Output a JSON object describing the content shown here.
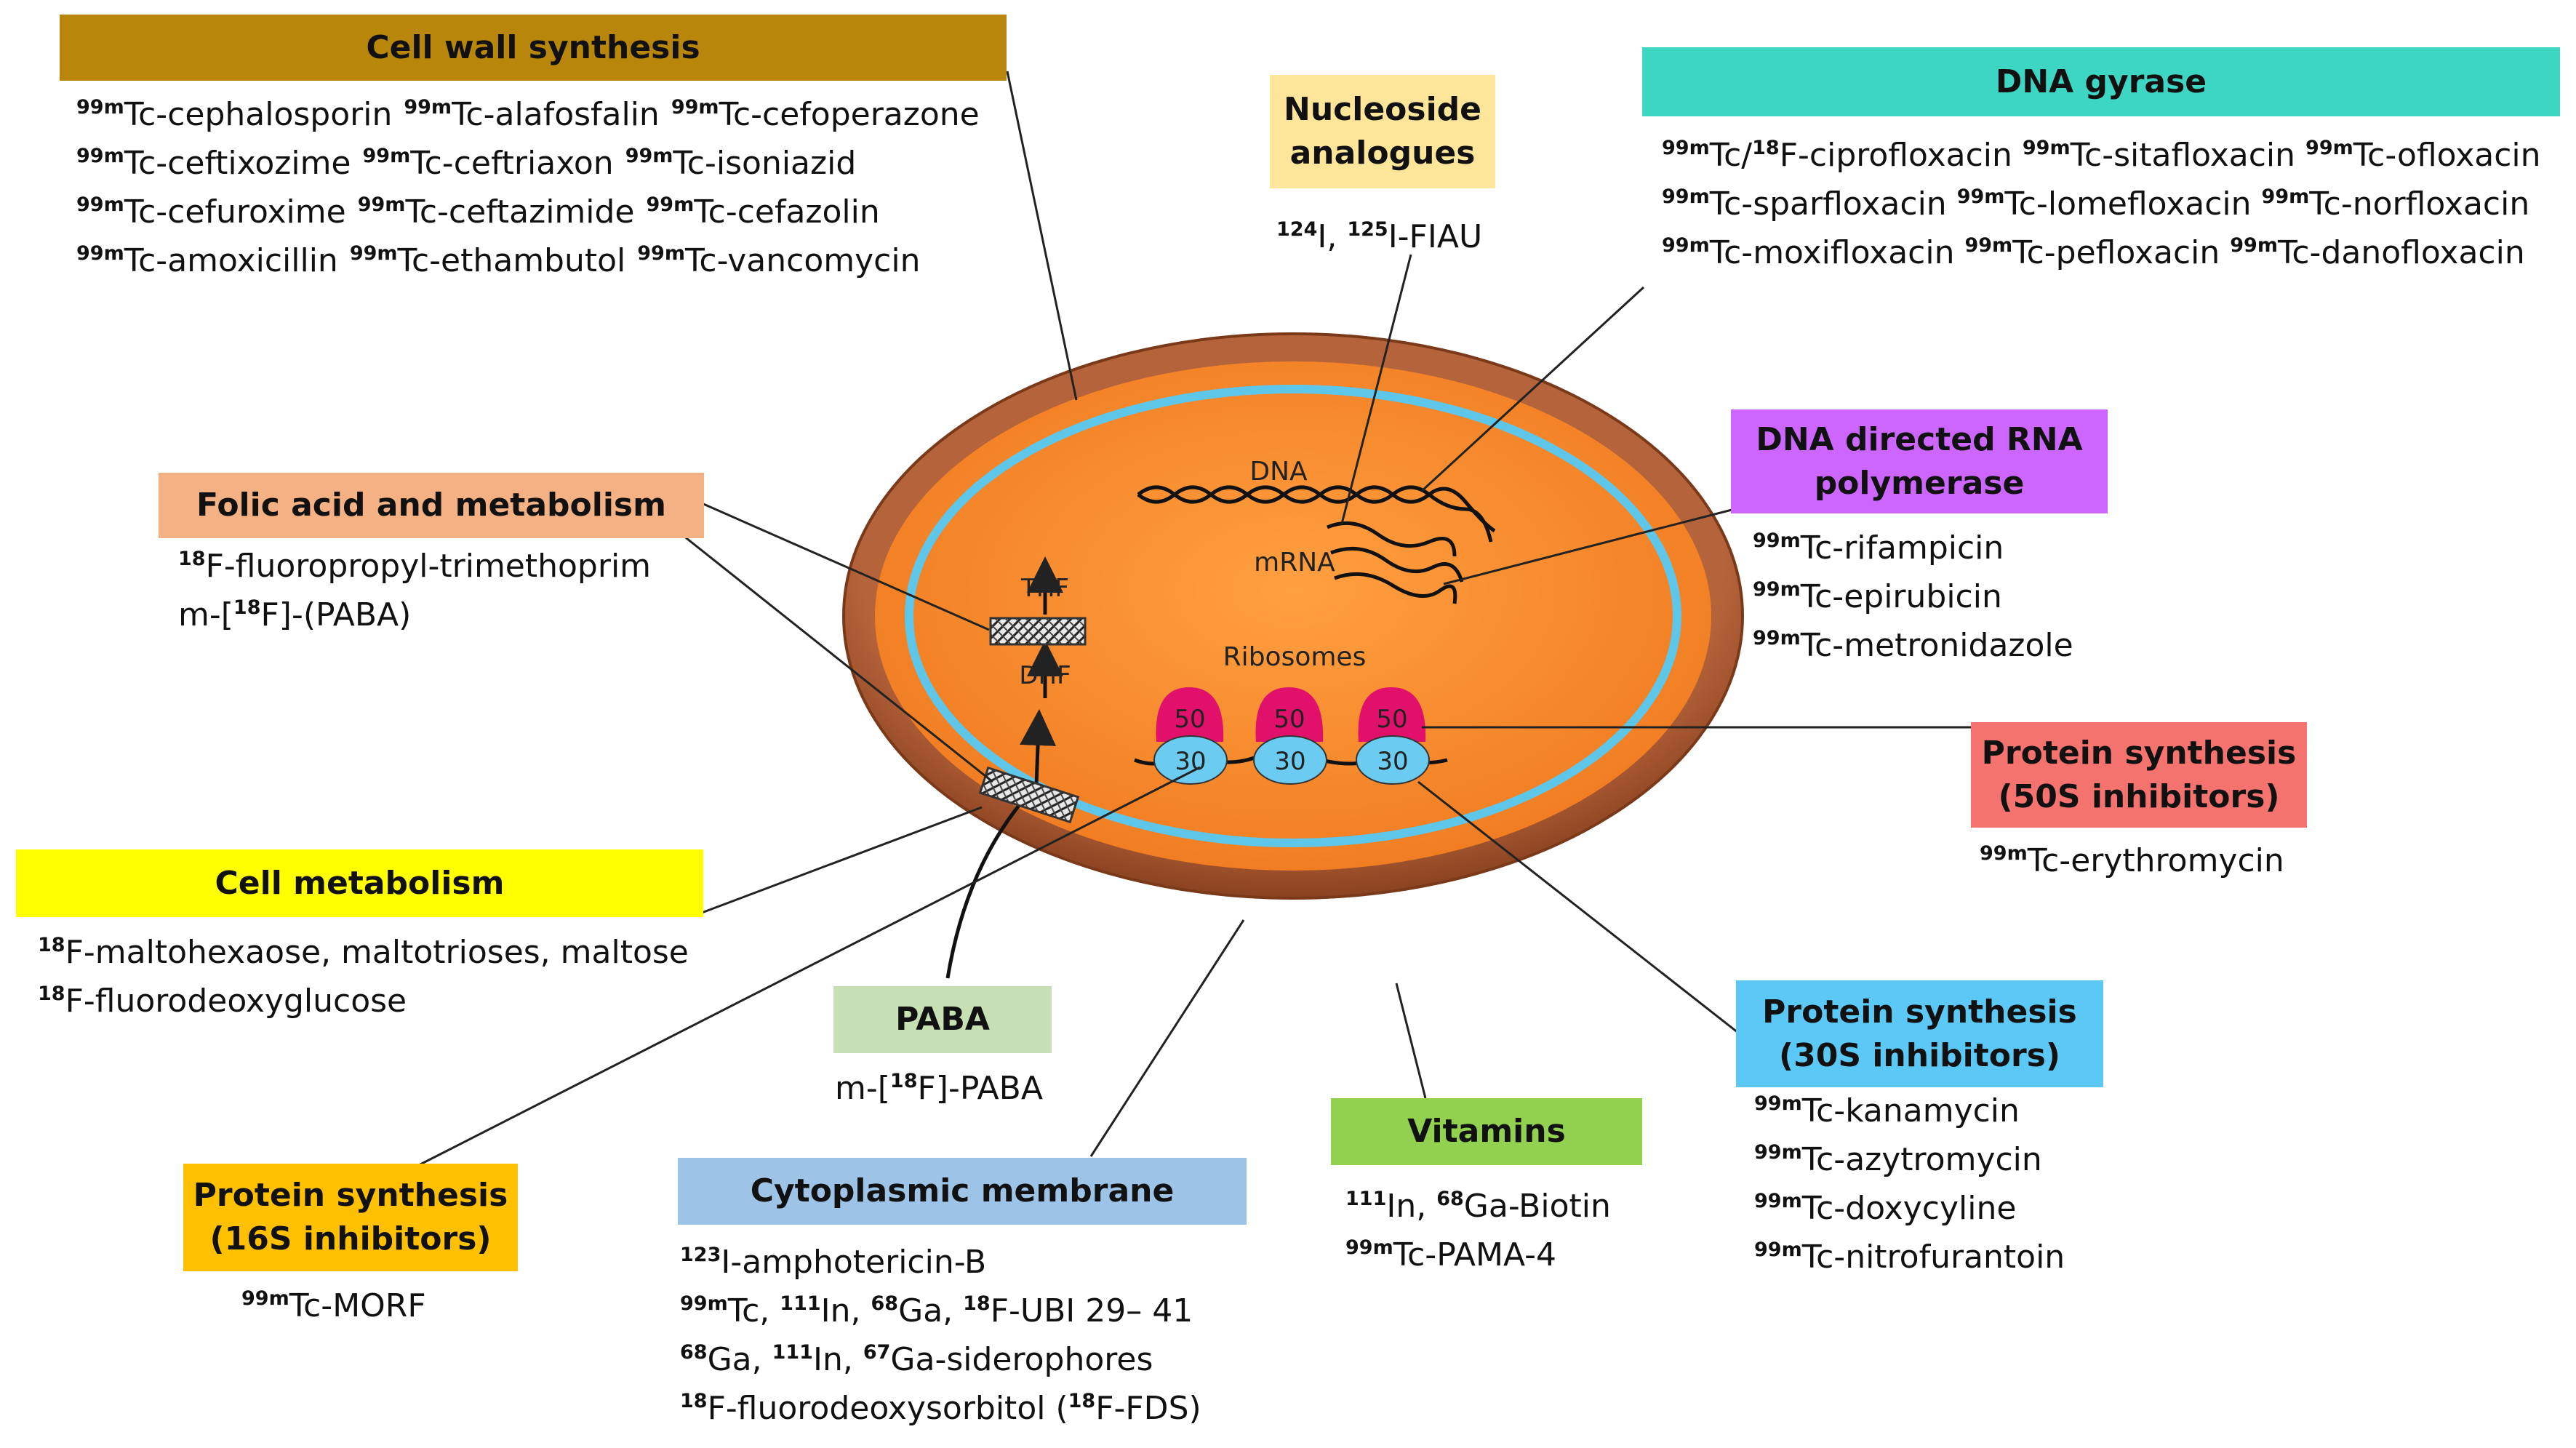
{
  "boxes": {
    "cell_wall": {
      "title": "Cell wall synthesis",
      "color": "#b8860b",
      "items": [
        [
          "99mTc-cephalosporin",
          "99mTc-alafosfalin",
          "99mTc-cefoperazone"
        ],
        [
          "99mTc-ceftixozime",
          "99mTc-ceftriaxon",
          "99mTc-isoniazid"
        ],
        [
          "99mTc-cefuroxime",
          "99mTc-ceftazimide",
          "99mTc-cefazolin"
        ],
        [
          "99mTc-amoxicillin",
          "99mTc-ethambutol",
          "99mTc-vancomycin"
        ]
      ]
    },
    "nucleoside": {
      "title": "Nucleoside analogues",
      "color": "#fde59a",
      "items": [
        [
          "124I, 125I-FIAU"
        ]
      ]
    },
    "dna_gyrase": {
      "title": "DNA gyrase",
      "color": "#3dd6c3",
      "items": [
        [
          "99mTc/18F-ciprofloxacin",
          "99mTc-sitafloxacin",
          "99mTc-ofloxacin"
        ],
        [
          "99mTc-sparfloxacin",
          "99mTc-lomefloxacin",
          "99mTc-norfloxacin"
        ],
        [
          "99mTc-moxifloxacin",
          "99mTc-pefloxacin",
          "99mTc-danofloxacin"
        ]
      ]
    },
    "folic": {
      "title": "Folic acid and metabolism",
      "color": "#f4b183",
      "items": [
        [
          "18F-fluoropropyl-trimethoprim"
        ],
        [
          "m-[18F]-(PABA)"
        ]
      ]
    },
    "dna_rna": {
      "title": "DNA directed RNA polymerase",
      "color": "#cc66ff",
      "items": [
        [
          "99mTc-rifampicin"
        ],
        [
          "99mTc-epirubicin"
        ],
        [
          "99mTc-metronidazole"
        ]
      ]
    },
    "protein_50s": {
      "title": "Protein synthesis (50S inhibitors)",
      "color": "#f4736e",
      "items": [
        [
          "99mTc-erythromycin"
        ]
      ]
    },
    "cell_metabolism": {
      "title": "Cell metabolism",
      "color": "#ffff00",
      "items": [
        [
          "18F-maltohexaose, maltotrioses, maltose"
        ],
        [
          "18F-fluorodeoxyglucose"
        ]
      ]
    },
    "paba": {
      "title": "PABA",
      "color": "#c6e0b4",
      "items": [
        [
          "m-[18F]-PABA"
        ]
      ]
    },
    "protein_30s": {
      "title": "Protein synthesis (30S inhibitors)",
      "color": "#5bc8f5",
      "items": [
        [
          "99mTc-kanamycin"
        ],
        [
          "99mTc-azytromycin"
        ],
        [
          "99mTc-doxycyline"
        ],
        [
          "99mTc-nitrofurantoin"
        ]
      ]
    },
    "protein_16s": {
      "title": "Protein synthesis (16S inhibitors)",
      "color": "#ffc000",
      "items": [
        [
          "99mTc-MORF"
        ]
      ]
    },
    "membrane": {
      "title": "Cytoplasmic membrane",
      "color": "#9dc3e6",
      "items": [
        [
          "123I-amphotericin-B"
        ],
        [
          "99mTc, 111In, 68Ga, 18F-UBI 29– 41"
        ],
        [
          "68Ga, 111In, 67Ga-siderophores"
        ],
        [
          "18F-fluorodeoxysorbitol (18F-FDS)"
        ]
      ]
    },
    "vitamins": {
      "title": "Vitamins",
      "color": "#92d050",
      "items": [
        [
          "111In, 68Ga-Biotin"
        ],
        [
          "99mTc-PAMA-4"
        ]
      ]
    }
  },
  "cell": {
    "dna_label": "DNA",
    "mrna_label": "mRNA",
    "ribosomes_label": "Ribosomes",
    "thf_label": "THF",
    "dhf_label": "DHF",
    "subunit_large": "50",
    "subunit_small": "30",
    "colors": {
      "wall": "#a0522d",
      "cytoplasm": "#f5892f",
      "membrane": "#5ec6e8",
      "large_subunit": "#e0106b",
      "small_subunit": "#6ccbf0"
    }
  }
}
